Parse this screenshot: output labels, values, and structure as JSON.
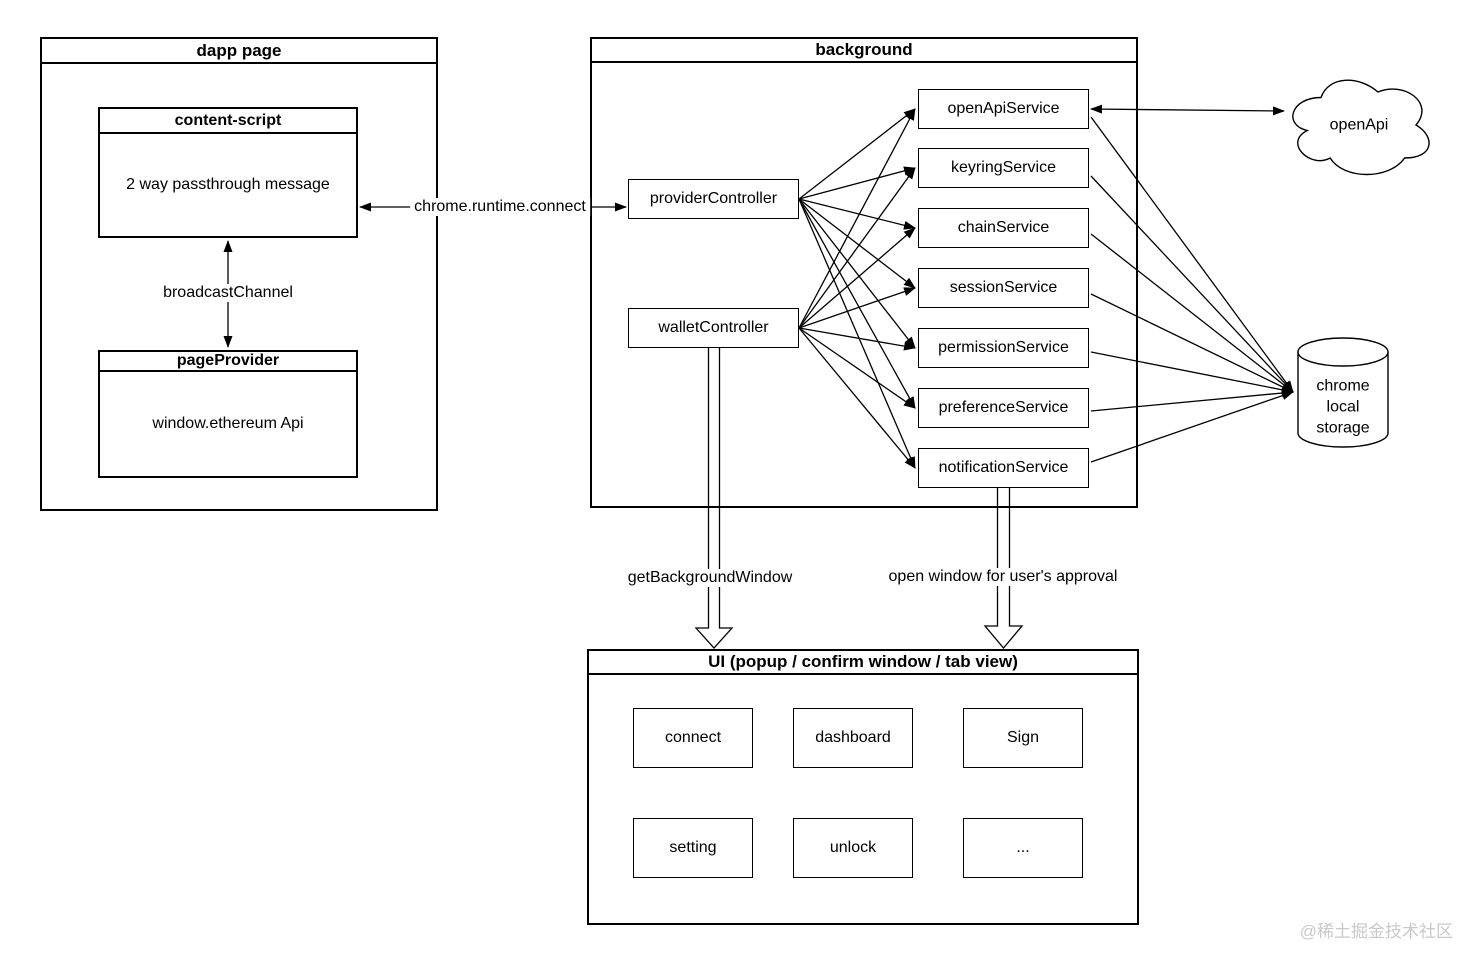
{
  "colors": {
    "line": "#000000",
    "box_fill": "#ffffff",
    "text": "#000000",
    "page_background": "#ffffff",
    "watermark_color": "#c9c9c9"
  },
  "dapp_page": {
    "title": "dapp page",
    "content_script": {
      "title": "content-script",
      "body": "2 way passthrough message"
    },
    "page_provider": {
      "title": "pageProvider",
      "body": "window.ethereum Api"
    }
  },
  "background": {
    "title": "background",
    "controllers": [
      "providerController",
      "walletController"
    ],
    "services": [
      "openApiService",
      "keyringService",
      "chainService",
      "sessionService",
      "permissionService",
      "preferenceService",
      "notificationService"
    ]
  },
  "external": {
    "open_api": "openApi",
    "storage_lines": [
      "chrome",
      "local",
      "storage"
    ]
  },
  "ui": {
    "title": "UI (popup / confirm window / tab view)",
    "items": [
      "connect",
      "dashboard",
      "Sign",
      "setting",
      "unlock",
      "..."
    ]
  },
  "edge_labels": {
    "runtime_connect": "chrome.runtime.connect",
    "broadcast_channel": "broadcastChannel",
    "get_background_window": "getBackgroundWindow",
    "open_window": "open window for user's approval"
  },
  "watermark": "@稀土掘金技术社区"
}
